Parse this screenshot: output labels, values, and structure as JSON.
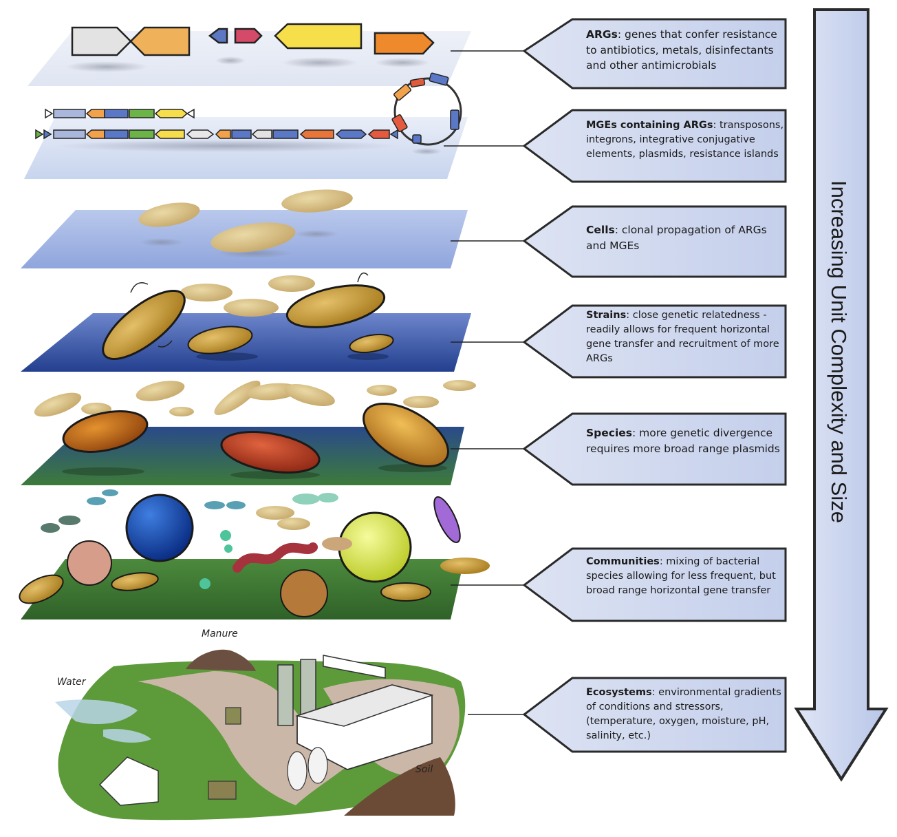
{
  "levels": [
    {
      "term": "ARGs",
      "desc": ": genes that confer resistance to antibiotics, metals, disinfectants and other antimicrobials"
    },
    {
      "term": "MGEs containing ARGs",
      "desc": ": transposons, integrons, integrative conjugative elements, plasmids, resistance islands"
    },
    {
      "term": "Cells",
      "desc": ": clonal propagation of ARGs and MGEs"
    },
    {
      "term": "Strains",
      "desc": ": close genetic relatedness - readily allows for frequent horizontal gene transfer and recruitment of more ARGs"
    },
    {
      "term": "Species",
      "desc": ": more genetic divergence requires more broad range plasmids"
    },
    {
      "term": "Communities",
      "desc": ": mixing of bacterial species allowing for less frequent, but broad range horizontal gene transfer"
    },
    {
      "term": "Ecosystems",
      "desc": ": environmental gradients of conditions and stressors, (temperature, oxygen, moisture, pH, salinity, etc.)"
    }
  ],
  "arrow_label": "Increasing Unit Complexity and Size",
  "landscape_labels": {
    "manure": "Manure",
    "water": "Water",
    "soil": "Soil"
  },
  "colors": {
    "label_fill": "#c9d3ec",
    "arrow_fill": "#c9d3ec",
    "outline": "#2a2a2a"
  }
}
